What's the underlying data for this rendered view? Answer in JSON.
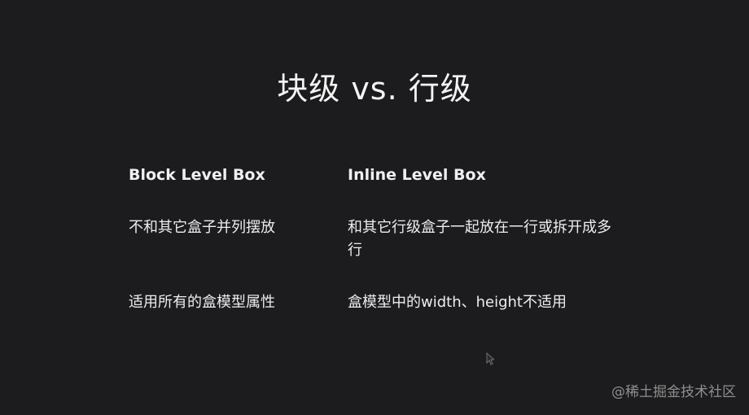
{
  "slide": {
    "title": "块级 vs. 行级",
    "columns": [
      {
        "heading": "Block Level Box",
        "rows": [
          "不和其它盒子并列摆放",
          "适用所有的盒模型属性"
        ]
      },
      {
        "heading": "Inline Level Box",
        "rows": [
          "和其它行级盒子一起放在一行或拆开成多行",
          "盒模型中的width、height不适用"
        ]
      }
    ]
  },
  "watermark": "@稀土掘金技术社区",
  "icons": {
    "cursor": "mouse-pointer-icon"
  },
  "colors": {
    "background": "#1c1c1e",
    "text": "#f2f2f2",
    "watermark": "#8f8f8f"
  }
}
